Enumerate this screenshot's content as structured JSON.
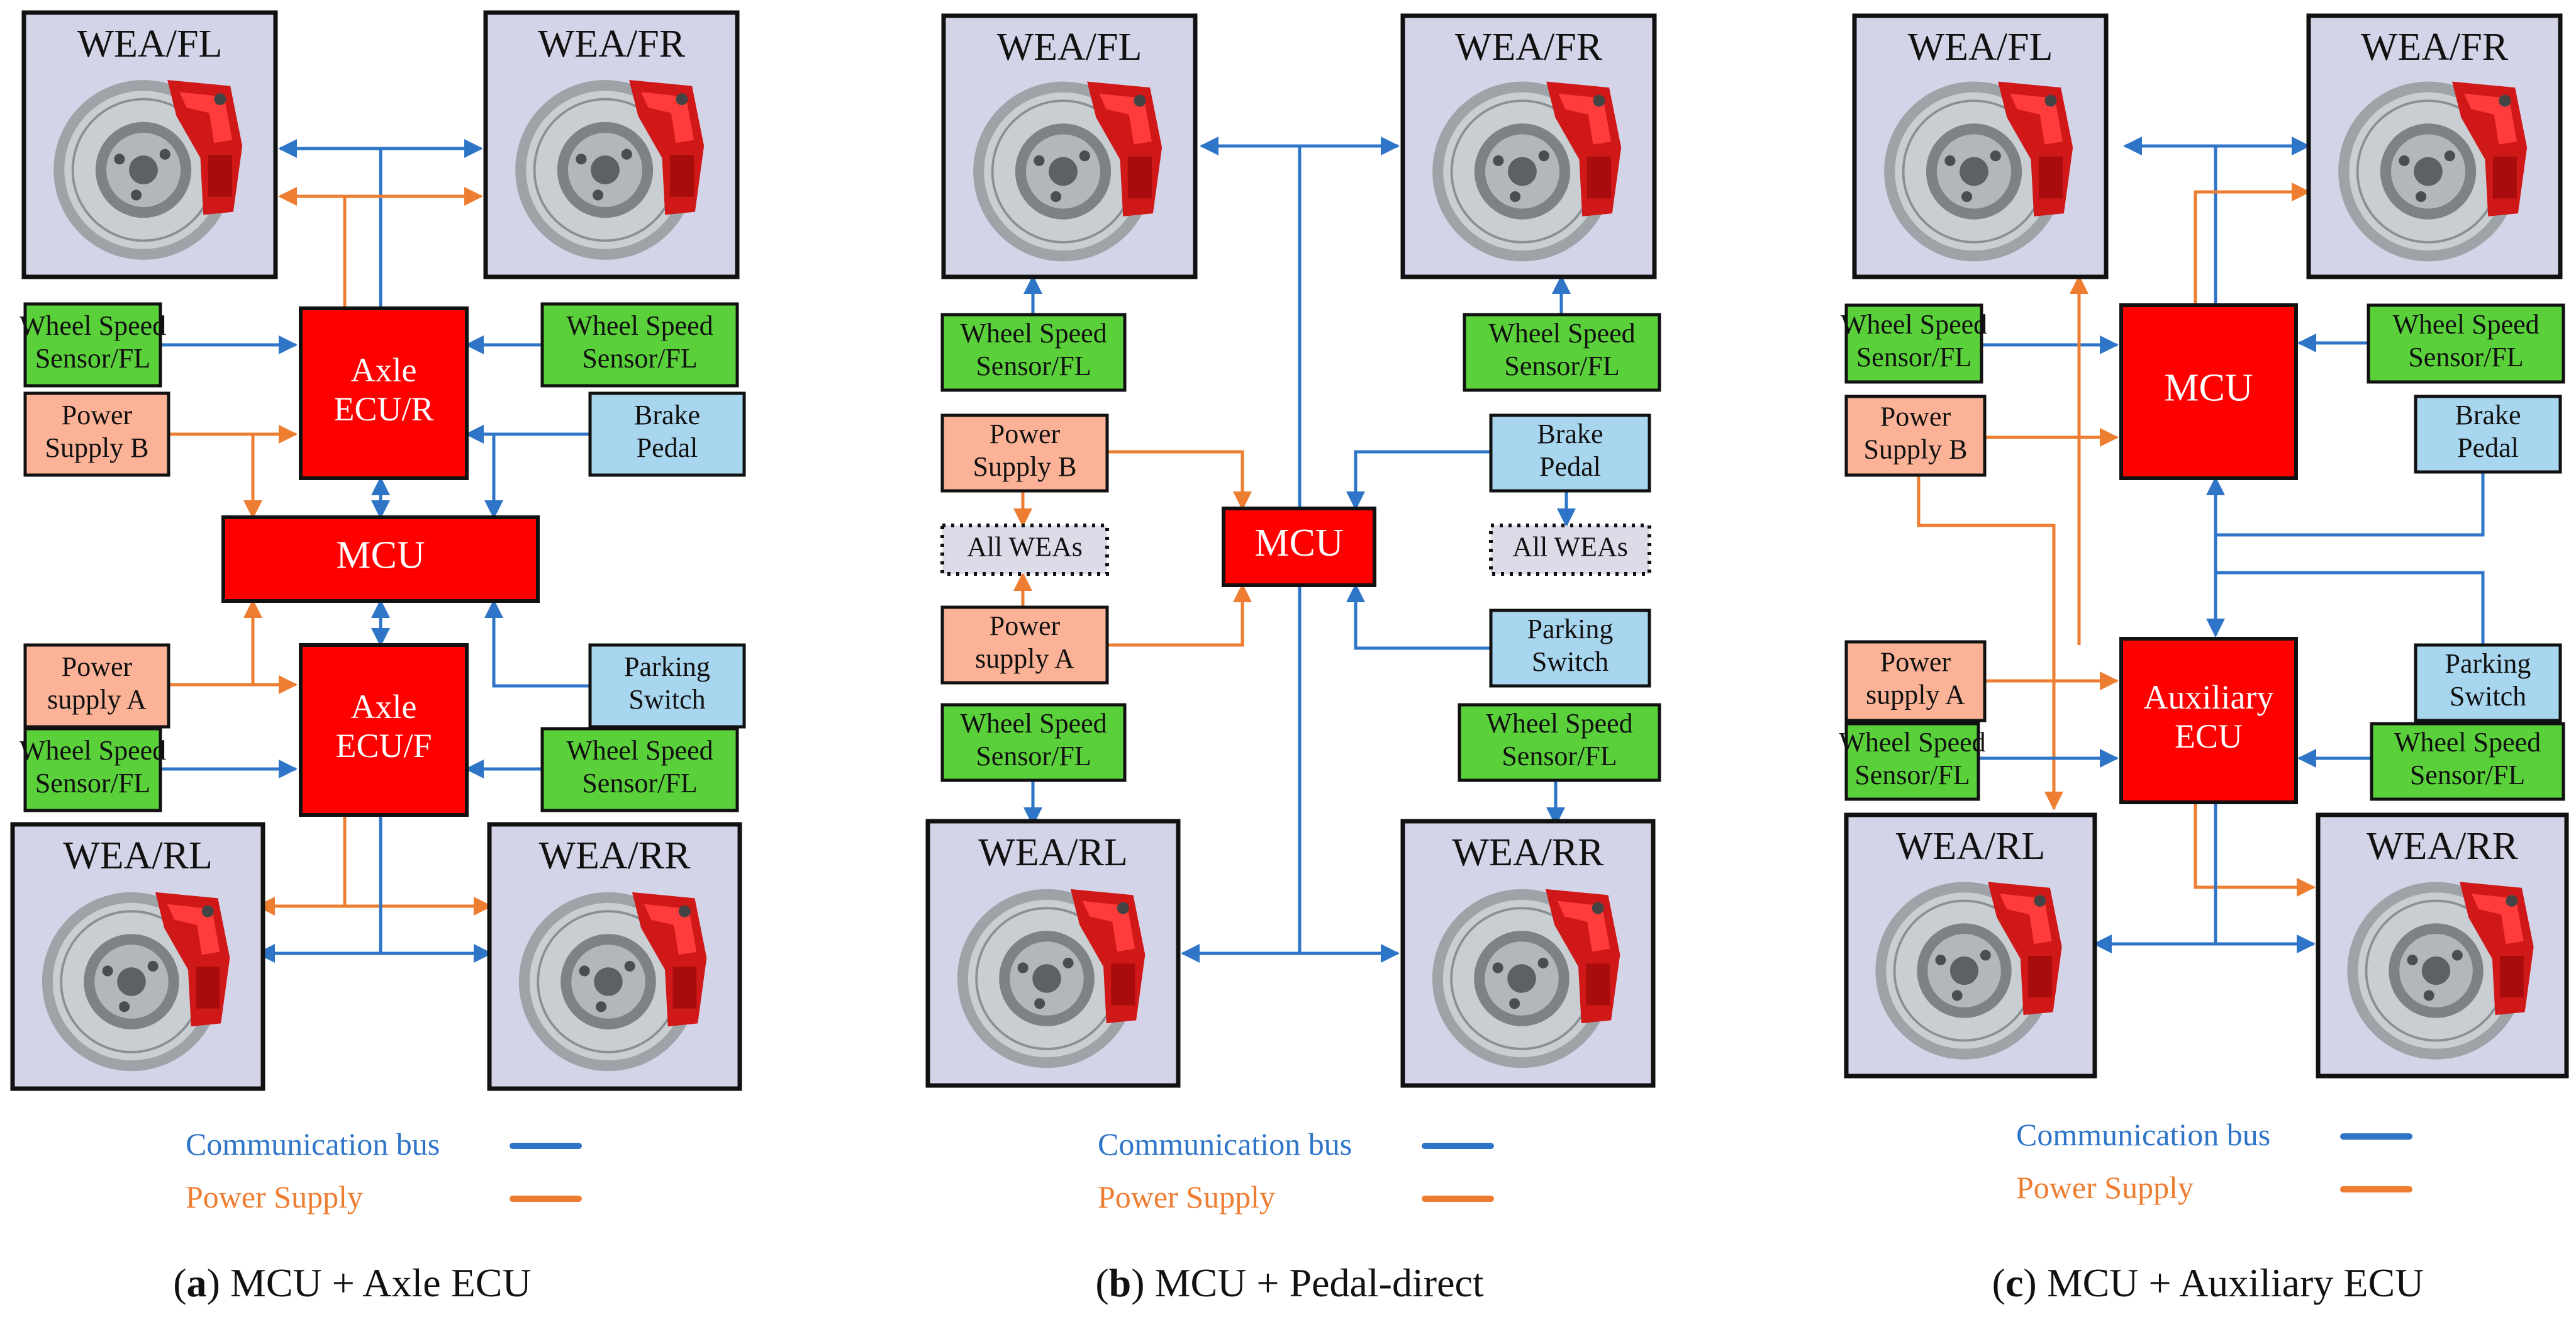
{
  "colors": {
    "communication": "#2e75c8",
    "power": "#ed7d31",
    "ecu_fill": "#ff0000",
    "wea_fill": "#d4d4e8",
    "sensor_fill": "#5ad13a",
    "power_supply_fill": "#fbb296",
    "pedal_fill": "#a9d6ef",
    "all_weas_fill": "#dcdce8"
  },
  "legend": {
    "communication": "Communication bus",
    "power": "Power Supply"
  },
  "panels": [
    {
      "id": "a",
      "caption": {
        "letter": "a",
        "text": ") MCU + Axle ECU"
      },
      "wea": {
        "fl": "WEA/FL",
        "fr": "WEA/FR",
        "rl": "WEA/RL",
        "rr": "WEA/RR"
      },
      "wss": {
        "fl": "Wheel Speed|Sensor/FL",
        "fr": "Wheel Speed|Sensor/FL",
        "rl": "Wheel Speed|Sensor/FL",
        "rr": "Wheel Speed|Sensor/FL"
      },
      "power_b": "Power|Supply B",
      "power_a": "Power|supply A",
      "brake": "Brake|Pedal",
      "parking": "Parking|Switch",
      "ecu_r": "Axle|ECU/R",
      "ecu_f": "Axle|ECU/F",
      "mcu": "MCU"
    },
    {
      "id": "b",
      "caption": {
        "letter": "b",
        "text": ") MCU + Pedal-direct"
      },
      "wea": {
        "fl": "WEA/FL",
        "fr": "WEA/FR",
        "rl": "WEA/RL",
        "rr": "WEA/RR"
      },
      "wss": {
        "fl": "Wheel Speed|Sensor/FL",
        "fr": "Wheel Speed|Sensor/FL",
        "rl": "Wheel Speed|Sensor/FL",
        "rr": "Wheel Speed|Sensor/FL"
      },
      "power_b": "Power|Supply B",
      "power_a": "Power|supply A",
      "brake": "Brake|Pedal",
      "parking": "Parking|Switch",
      "all_weas_left": "All WEAs",
      "all_weas_right": "All WEAs",
      "mcu": "MCU"
    },
    {
      "id": "c",
      "caption": {
        "letter": "c",
        "text": ") MCU + Auxiliary ECU"
      },
      "wea": {
        "fl": "WEA/FL",
        "fr": "WEA/FR",
        "rl": "WEA/RL",
        "rr": "WEA/RR"
      },
      "wss": {
        "fl": "Wheel Speed|Sensor/FL",
        "fr": "Wheel Speed|Sensor/FL",
        "rl": "Wheel Speed|Sensor/FL",
        "rr": "Wheel Speed|Sensor/FL"
      },
      "power_b": "Power|Supply B",
      "power_a": "Power|supply A",
      "brake": "Brake|Pedal",
      "parking": "Parking|Switch",
      "mcu": "MCU",
      "aux_ecu": "Auxiliary|ECU"
    }
  ]
}
